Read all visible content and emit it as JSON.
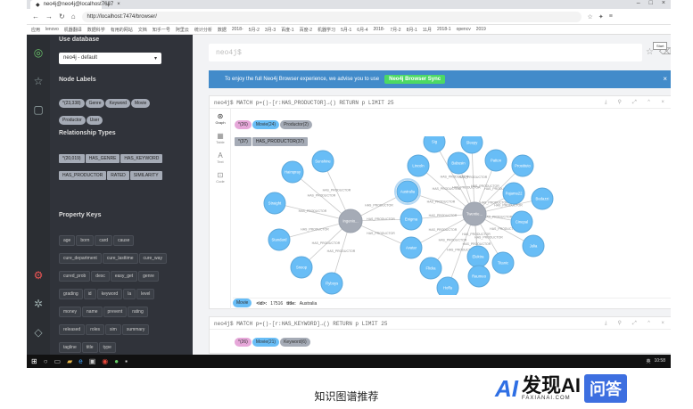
{
  "browser": {
    "tab_title": "neo4j@neo4j@localhost7687",
    "url": "http://localhost:7474/browser/",
    "bookmarks": [
      "应用",
      "lenovo",
      "机器翻译",
      "数据科学",
      "有用的网站",
      "文档",
      "知乎一号",
      "阿里云",
      "统计分析",
      "数据",
      "2018-",
      "5月-2",
      "3月-3",
      "百度-1",
      "百度-2",
      "机器学习",
      "5月-1",
      "6月-4",
      "2018-",
      "7月-2",
      "8月-1",
      "11月",
      "2018-1",
      "opencv",
      "2019"
    ]
  },
  "sidebar": {
    "db_label": "Use database",
    "db_value": "neo4j - default",
    "node_labels_title": "Node Labels",
    "node_labels": [
      "*(23,338)",
      "Genre",
      "Keyword",
      "Movie",
      "Productor",
      "User"
    ],
    "rel_types_title": "Relationship Types",
    "rel_types": [
      "*(20,019)",
      "HAS_GENRE",
      "HAS_KEYWORD",
      "HAS_PRODUCTOR",
      "RATED",
      "SIMILARITY"
    ],
    "prop_keys_title": "Property Keys",
    "prop_keys": [
      "age",
      "born",
      "card",
      "cause",
      "cure_department",
      "cure_lasttime",
      "cure_way",
      "cured_prob",
      "desc",
      "easy_get",
      "genre",
      "grading",
      "id",
      "keyword",
      "la",
      "level",
      "money",
      "name",
      "prevent",
      "rating",
      "released",
      "roles",
      "sim",
      "summary",
      "tagline",
      "title",
      "type"
    ]
  },
  "editor": {
    "prompt": "neo4j$",
    "tooltip": "Start"
  },
  "banner": {
    "text": "To enjoy the full Neo4j Browser experience, we advise you to use",
    "button": "Neo4j Browser Sync",
    "close": "×"
  },
  "frame1": {
    "query": "neo4j$ MATCH p=()-[r:HAS_PRODUCTOR]→() RETURN p LIMIT 25",
    "chips_nodes": [
      "*(26)",
      "Movie(24)",
      "Productor(2)"
    ],
    "chips_rels": [
      "*(37)",
      "HAS_PRODUCTOR(37)"
    ],
    "tabs": [
      "Graph",
      "Table",
      "Text",
      "Code"
    ],
    "status_label": "Movie",
    "status_id_key": "<id>:",
    "status_id_val": "17516",
    "status_title_key": "title:",
    "status_title_val": "Australia",
    "rel_label": "HAS_PRODUCTOR",
    "hubs": [
      {
        "label": "Ingenio..."
      },
      {
        "label": "Twentie..."
      }
    ],
    "left_nodes": [
      "Sunshine",
      "Hairspray",
      "Straight",
      "Standard",
      "Snoop",
      "Flyboys"
    ],
    "center_nodes": [
      "Australia",
      "Enigma",
      "Avatar"
    ],
    "right_nodes": [
      "Sig",
      "Sleepy",
      "Lincoln",
      "Babusin",
      "Patton",
      "Prostituto",
      "Pajama22",
      "Bedazzi",
      "Cinepal",
      "Julia",
      "Titanic",
      "Elektra",
      "Raumeo",
      "Hoffa",
      "Flicka"
    ]
  },
  "frame2": {
    "query": "neo4j$ MATCH p=()-[r:HAS_KEYWORD]→() RETURN p LIMIT 25",
    "chips": [
      "*(26)",
      "Movie(21)",
      "Keyword(6)"
    ]
  },
  "taskbar": {
    "time": "10:58",
    "lang": "英"
  },
  "caption": "知识图谱推荐",
  "watermark": {
    "logo": "AI",
    "big": "发现AI",
    "small": "FAXIANAI.COM",
    "box": "问答"
  },
  "colors": {
    "movie": "#68bdf6",
    "productor": "#a5abb6",
    "banner": "#428bca",
    "sync": "#4cd964"
  }
}
